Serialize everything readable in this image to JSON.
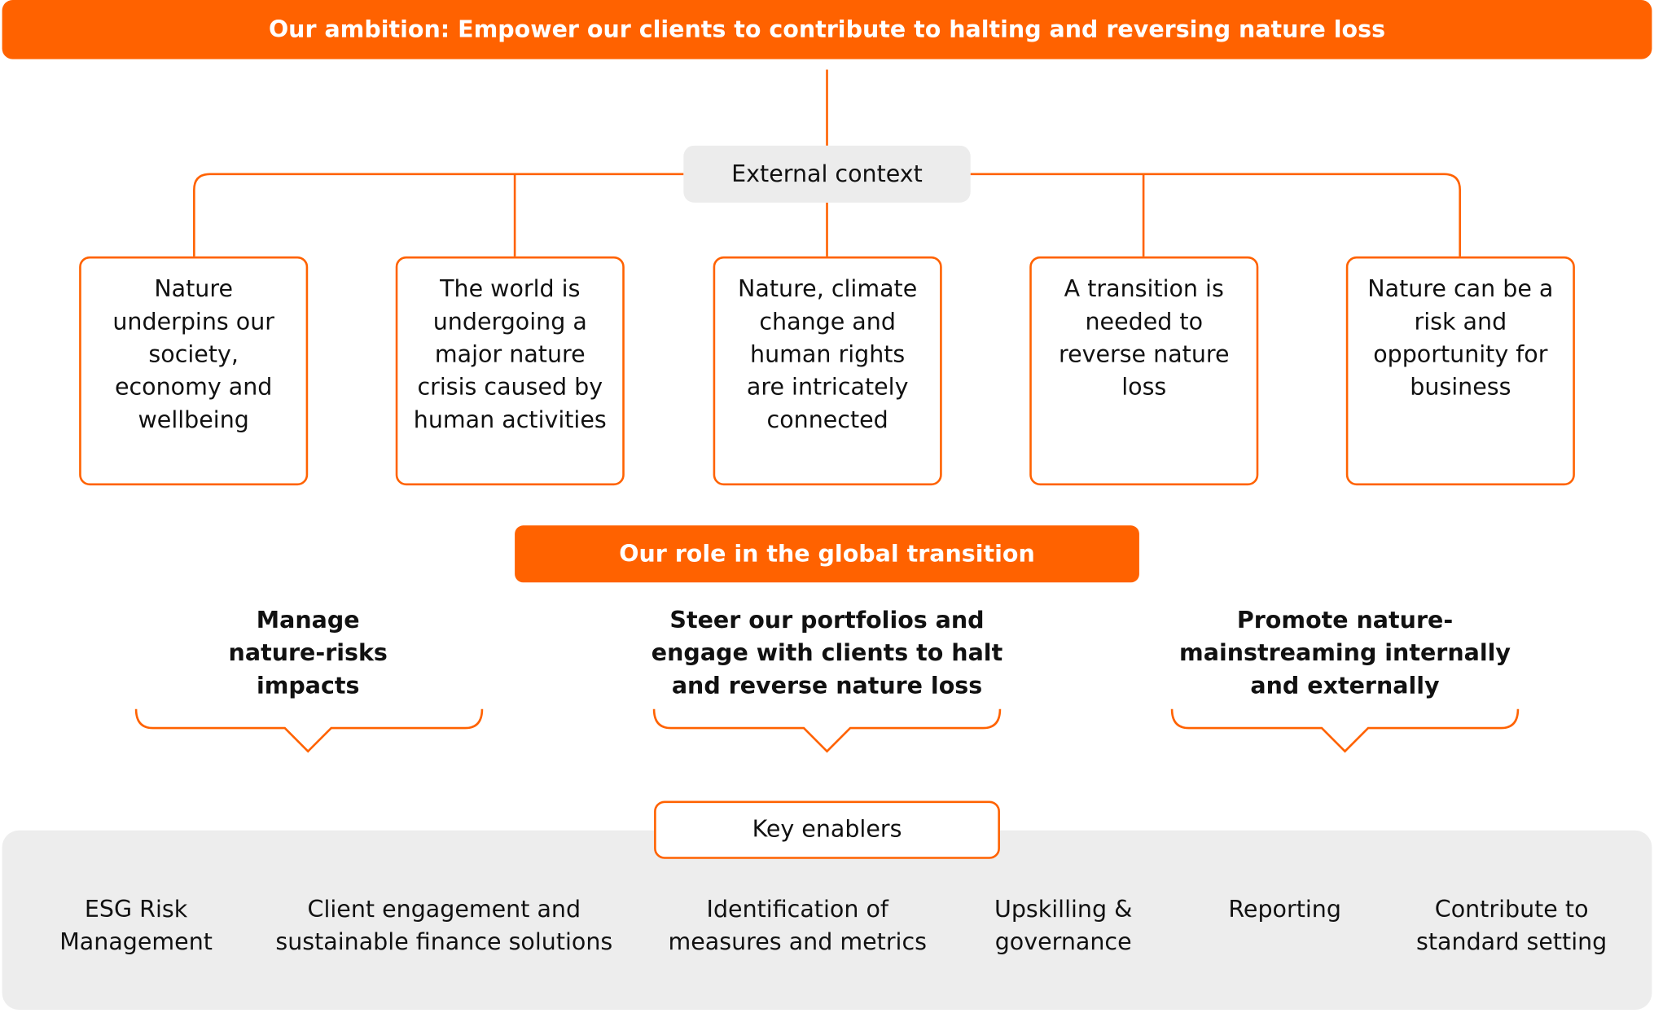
{
  "ambition": {
    "text": "Our ambition: Empower our clients to contribute to halting and reversing nature loss"
  },
  "external_context": {
    "label": "External context",
    "boxes": [
      {
        "text": "Nature underpins our society, economy and wellbeing"
      },
      {
        "text": "The world is undergoing a major nature crisis caused by human activities"
      },
      {
        "text": "Nature, climate change and human rights are intricately connected"
      },
      {
        "text": "A transition is needed to reverse nature loss"
      },
      {
        "text": "Nature can be a risk and opportunity for business"
      }
    ]
  },
  "role": {
    "banner": "Our role in the global transition",
    "items": [
      {
        "text": "Manage nature-risks  impacts"
      },
      {
        "text": "Steer our portfolios and engage with clients to halt and reverse nature loss"
      },
      {
        "text": "Promote nature-mainstreaming internally and externally"
      }
    ]
  },
  "key_enablers": {
    "label": "Key enablers",
    "items": [
      {
        "text": "ESG Risk Management"
      },
      {
        "text": "Client engagement and sustainable finance solutions"
      },
      {
        "text": "Identification of measures and metrics"
      },
      {
        "text": "Upskilling & governance"
      },
      {
        "text": "Reporting"
      },
      {
        "text": "Contribute to standard setting"
      }
    ]
  },
  "colors": {
    "accent": "#ff6200",
    "panel_grey": "#ededed",
    "pill_grey": "#ececec",
    "text": "#111111"
  }
}
